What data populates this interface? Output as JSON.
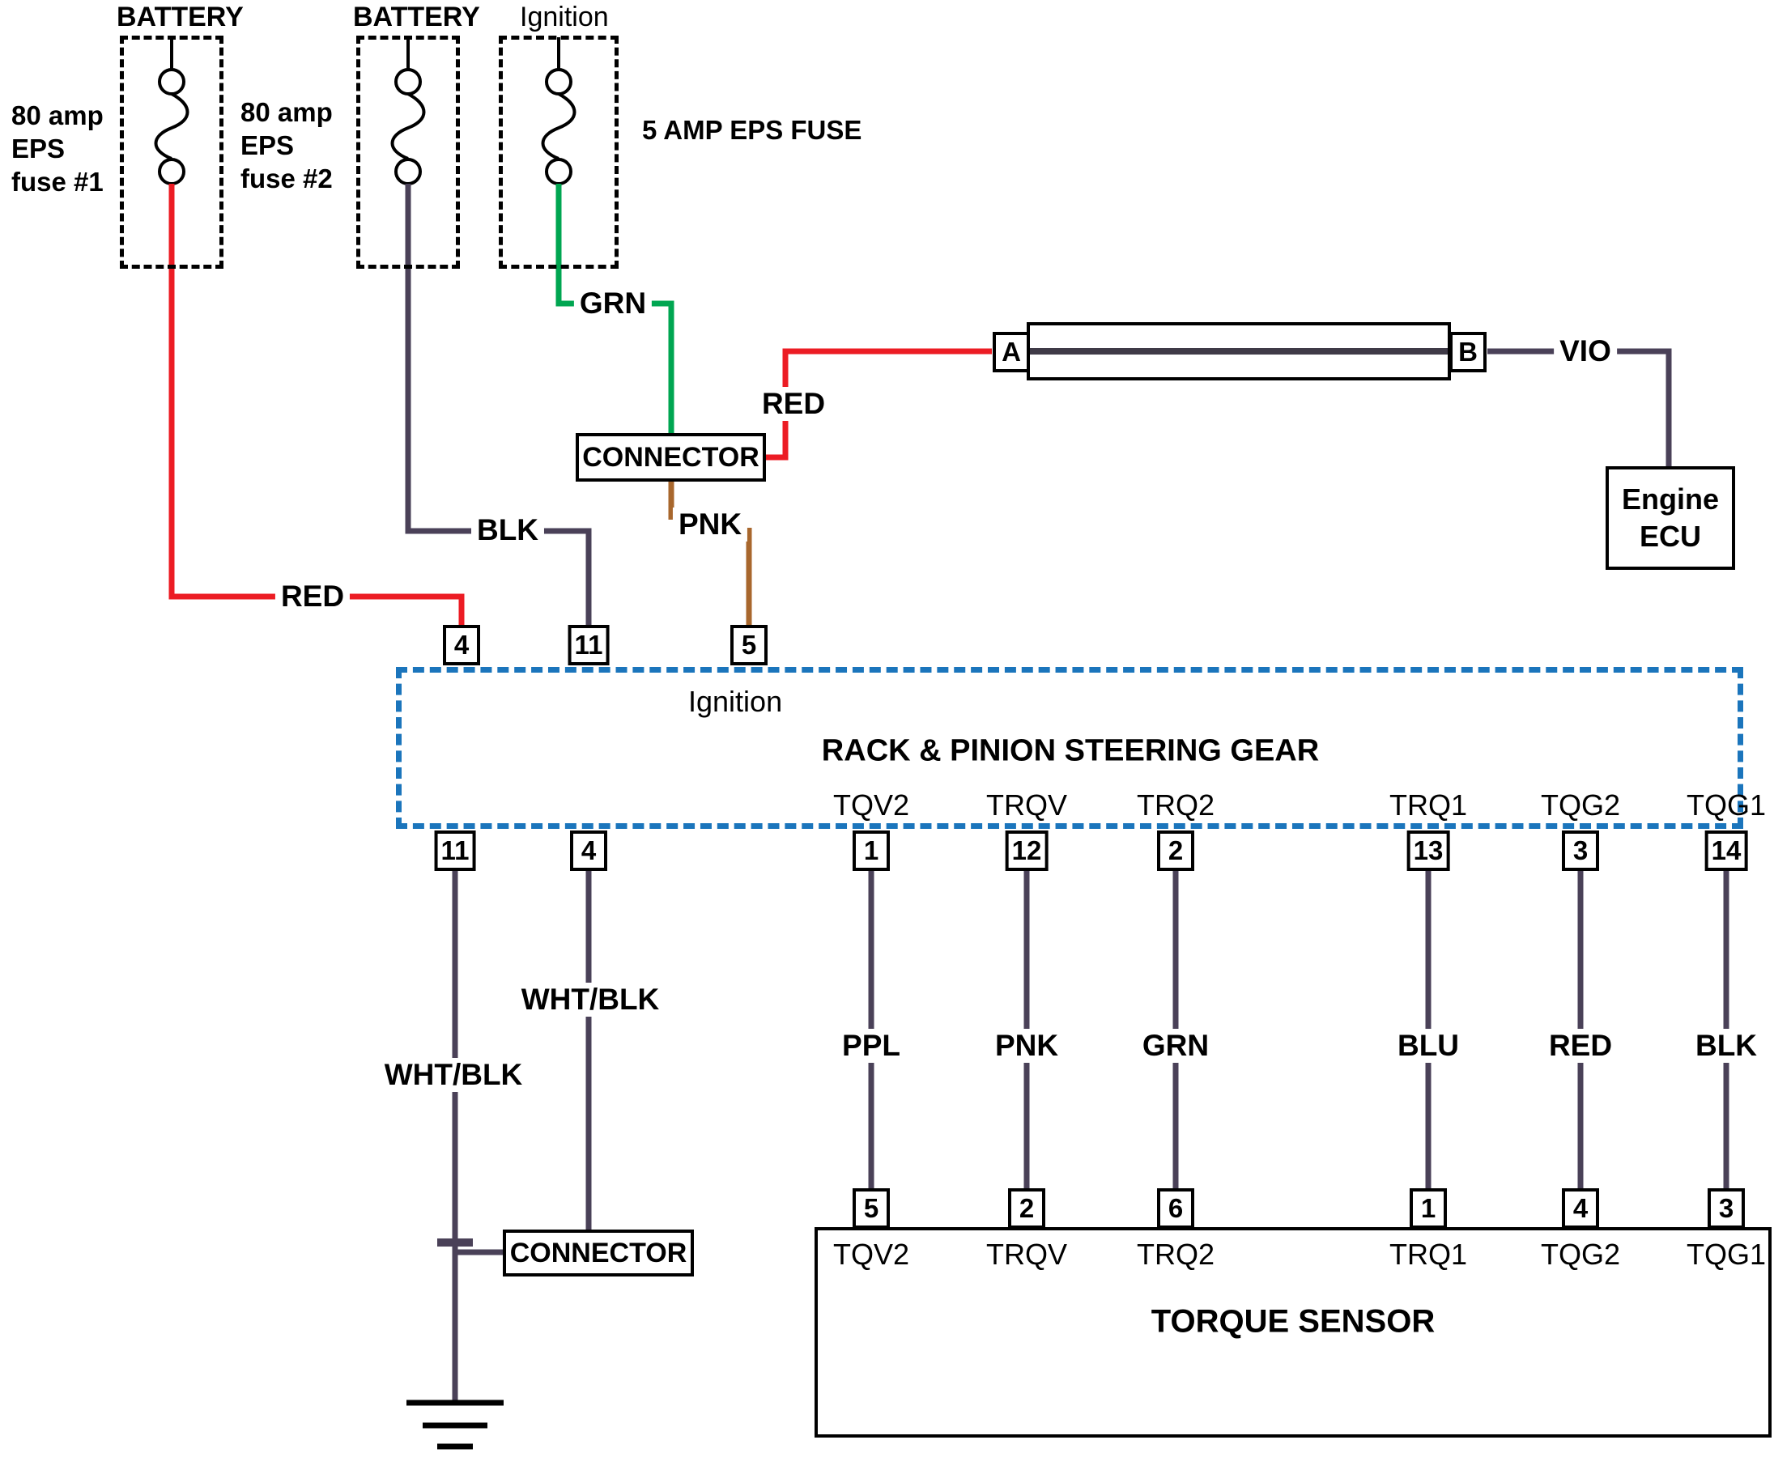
{
  "fuses": [
    {
      "title": "BATTERY",
      "label_lines": [
        "80 amp",
        "EPS",
        "fuse #1"
      ]
    },
    {
      "title": "BATTERY",
      "label_lines": [
        "80 amp",
        "EPS",
        "fuse #2"
      ]
    },
    {
      "title": "Ignition",
      "label_lines": [
        "5 AMP EPS FUSE"
      ]
    }
  ],
  "labels": {
    "red1": "RED",
    "blk": "BLK",
    "grn": "GRN",
    "pnk": "PNK",
    "red2": "RED",
    "vio": "VIO",
    "whtblk_left": "WHT/BLK",
    "whtblk_right": "WHT/BLK"
  },
  "connector_top": "CONNECTOR",
  "connector_bottom": "CONNECTOR",
  "link": {
    "a": "A",
    "b": "B"
  },
  "ecu": {
    "line1": "Engine",
    "line2": "ECU"
  },
  "gear": {
    "ignition": "Ignition",
    "title": "RACK & PINION STEERING GEAR",
    "top_pins": [
      "4",
      "11",
      "5"
    ],
    "bottom_left_pins": [
      "11",
      "4"
    ]
  },
  "columns": [
    {
      "sig": "TQV2",
      "top_pin": "1",
      "wire": "PPL",
      "bottom_pin": "5"
    },
    {
      "sig": "TRQV",
      "top_pin": "12",
      "wire": "PNK",
      "bottom_pin": "2"
    },
    {
      "sig": "TRQ2",
      "top_pin": "2",
      "wire": "GRN",
      "bottom_pin": "6"
    },
    {
      "sig": "TRQ1",
      "top_pin": "13",
      "wire": "BLU",
      "bottom_pin": "1"
    },
    {
      "sig": "TQG2",
      "top_pin": "3",
      "wire": "RED",
      "bottom_pin": "4"
    },
    {
      "sig": "TQG1",
      "top_pin": "14",
      "wire": "BLK",
      "bottom_pin": "3"
    }
  ],
  "sensor": {
    "title": "TORQUE SENSOR"
  },
  "colors": {
    "wire_red": "#ec1c24",
    "wire_green": "#00a651",
    "wire_brown": "#a8672d",
    "wire_dark_violet": "#4a4158",
    "gear_border_blue": "#1b75bc"
  }
}
